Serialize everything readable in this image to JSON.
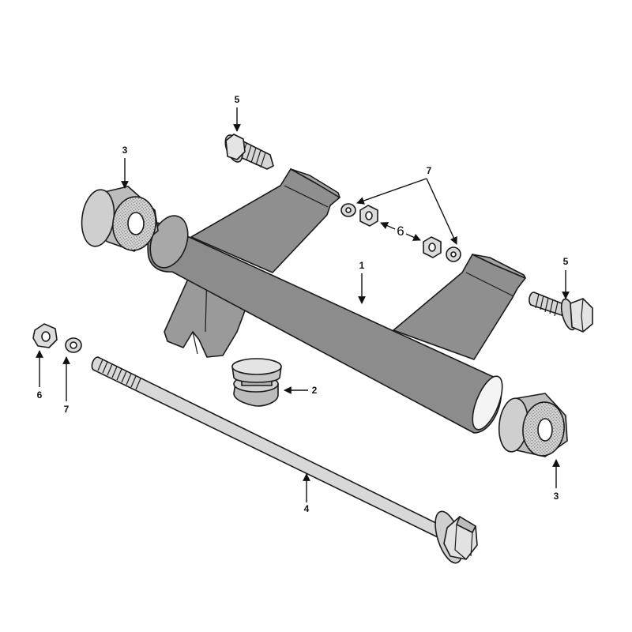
{
  "diagram": {
    "colors": {
      "body": "#8a8a8a",
      "body_light": "#a6a6a6",
      "body_dark": "#6e6e6e",
      "rubber": "#c8c8c8",
      "outline": "#1a1a1a",
      "metal": "#bdbdbd"
    },
    "callouts": [
      {
        "id": "c1",
        "label": "1"
      },
      {
        "id": "c2",
        "label": "2"
      },
      {
        "id": "c3a",
        "label": "3"
      },
      {
        "id": "c3b",
        "label": "3"
      },
      {
        "id": "c4",
        "label": "4"
      },
      {
        "id": "c5a",
        "label": "5"
      },
      {
        "id": "c5b",
        "label": "5"
      },
      {
        "id": "c6a",
        "label": "6"
      },
      {
        "id": "c6b",
        "label": "6"
      },
      {
        "id": "c7a",
        "label": "7"
      },
      {
        "id": "c7b",
        "label": "7"
      }
    ]
  }
}
